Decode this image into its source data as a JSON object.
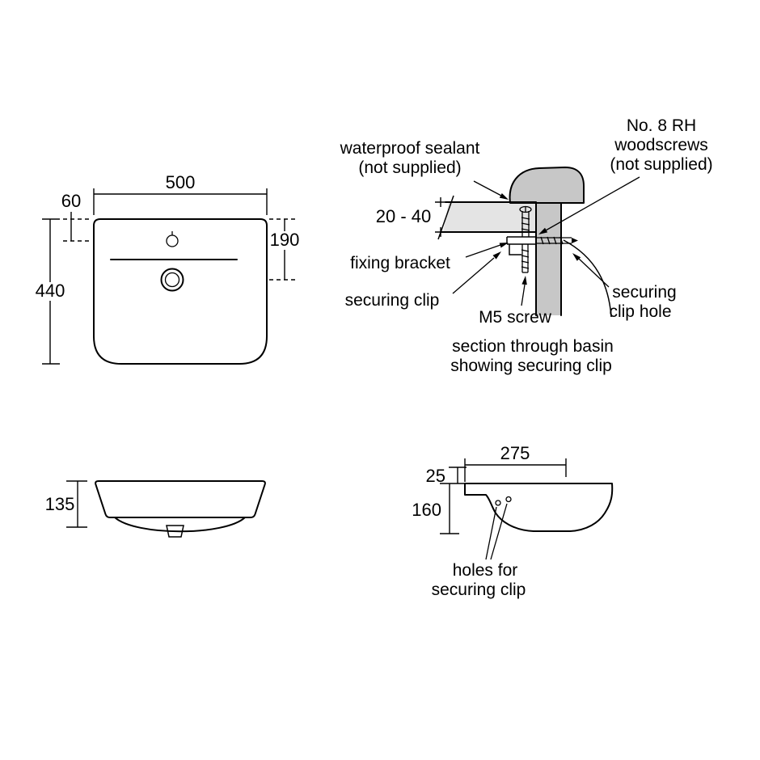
{
  "colors": {
    "background": "#ffffff",
    "line": "#000000",
    "wall_fill": "#c7c7c7",
    "worktop_fill": "#e4e4e4"
  },
  "plan_view": {
    "width": "500",
    "tap_offset": "60",
    "tap_to_waste": "190",
    "depth": "440"
  },
  "section_detail": {
    "sealant_label_1": "waterproof sealant",
    "sealant_label_2": "(not supplied)",
    "woodscrews_label_1": "No. 8 RH",
    "woodscrews_label_2": "woodscrews",
    "woodscrews_label_3": "(not supplied)",
    "worktop_thickness": "20 - 40",
    "fixing_bracket_label": "fixing bracket",
    "securing_clip_label": "securing clip",
    "m5_screw_label": "M5 screw",
    "clip_hole_label_1": "securing",
    "clip_hole_label_2": "clip hole",
    "caption_1": "section through basin",
    "caption_2": "showing securing clip"
  },
  "front_view": {
    "height": "135"
  },
  "side_view": {
    "top_depth": "275",
    "rim_height": "25",
    "bowl_depth": "160",
    "holes_label_1": "holes for",
    "holes_label_2": "securing clip"
  }
}
